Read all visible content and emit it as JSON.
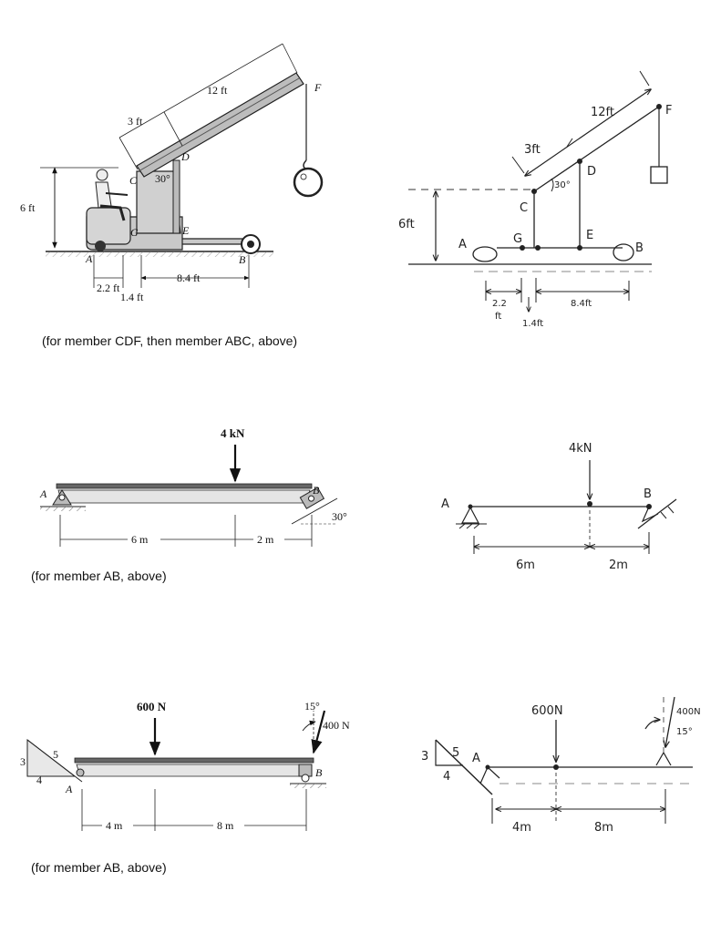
{
  "captions": {
    "crane": "(for member CDF, then member ABC, above)",
    "beam1": "(for member AB, above)",
    "beam2": "(for member AB, above)"
  },
  "crane_fig": {
    "len_12": "12 ft",
    "len_3": "3 ft",
    "ang_30": "30°",
    "h_6": "6 ft",
    "d_22": "2.2 ft",
    "d_14": "1.4 ft",
    "d_84": "8.4 ft",
    "pt_A": "A",
    "pt_B": "B",
    "pt_C": "C",
    "pt_D": "D",
    "pt_E": "E",
    "pt_F": "F",
    "pt_G": "G"
  },
  "crane_sketch": {
    "len_12": "12ft",
    "len_3": "3ft",
    "ang_30": "30°",
    "h_6": "6ft",
    "d_22a": "2.2",
    "d_22b": "ft",
    "d_14": "1.4ft",
    "d_84": "8.4ft",
    "pt_A": "A",
    "pt_B": "B",
    "pt_C": "C",
    "pt_D": "D",
    "pt_E": "E",
    "pt_F": "F",
    "pt_G": "G"
  },
  "beam1_fig": {
    "load": "4 kN",
    "span_a": "6 m",
    "span_b": "2 m",
    "angle": "30°",
    "pt_A": "A",
    "pt_B": "B"
  },
  "beam1_sketch": {
    "load": "4kN",
    "span_a": "6m",
    "span_b": "2m",
    "pt_A": "A",
    "pt_B": "B"
  },
  "beam2_fig": {
    "load1": "600 N",
    "load2": "400 N",
    "angle": "15°",
    "span_a": "4 m",
    "span_b": "8 m",
    "slope_3": "3",
    "slope_4": "4",
    "slope_5": "5",
    "pt_A": "A",
    "pt_B": "B"
  },
  "beam2_sketch": {
    "load1": "600N",
    "load2": "400N",
    "angle": "15°",
    "span_a": "4m",
    "span_b": "8m",
    "slope_3": "3",
    "slope_4": "4",
    "slope_5": "5",
    "pt_A": "A"
  }
}
